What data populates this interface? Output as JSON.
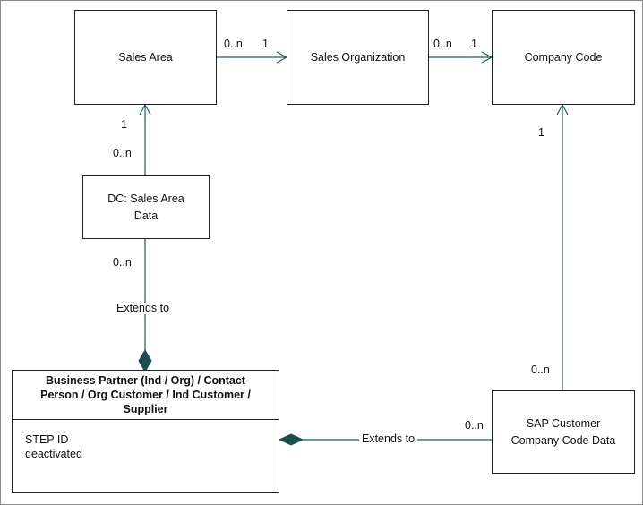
{
  "entities": {
    "sales_area": "Sales Area",
    "sales_org": "Sales Organization",
    "company_code": "Company Code",
    "dc_sales_area_line1": "DC: Sales Area",
    "dc_sales_area_line2": "Data",
    "sap_customer_line1": "SAP Customer",
    "sap_customer_line2": "Company Code Data",
    "business_partner": {
      "title_line1": "Business Partner (Ind / Org) / Contact",
      "title_line2": "Person / Org Customer / Ind Customer /",
      "title_line3": "Supplier",
      "attributes": [
        "STEP ID",
        "deactivated"
      ]
    }
  },
  "relations": {
    "sa_so_source": "0..n",
    "sa_so_target": "1",
    "so_cc_source": "0..n",
    "so_cc_target": "1",
    "dc_sa_target": "1",
    "dc_sa_source": "0..n",
    "bp_dc_multiplicity": "0..n",
    "bp_dc_label": "Extends to",
    "bp_sap_label": "Extends to",
    "sap_bp_multiplicity": "0..n",
    "sap_cc_target": "1",
    "sap_cc_source": "0..n"
  },
  "colors": {
    "connector": "#1f5a5e",
    "composition_diamond": "#1c4e50"
  }
}
